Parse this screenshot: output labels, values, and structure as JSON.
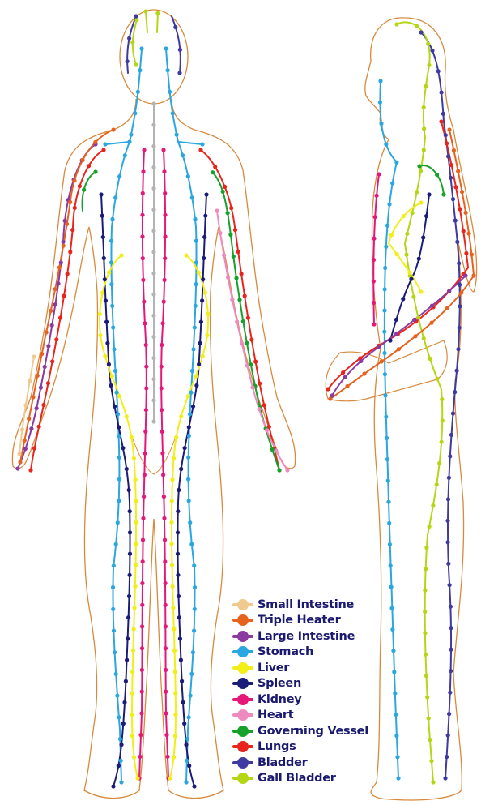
{
  "colors": {
    "outline": "#d9893c",
    "small_intestine": "#f0c98e",
    "triple_heater": "#e6631f",
    "large_intestine": "#8a3aa0",
    "stomach": "#2aa6e0",
    "liver": "#f2ee1a",
    "spleen": "#1b1b7a",
    "kidney": "#e5187a",
    "heart": "#ef8ac0",
    "governing_vessel": "#16a02c",
    "lungs": "#e8241c",
    "bladder": "#3f3aa0",
    "gall_bladder": "#b5d614",
    "conception": "#b3b3b3"
  },
  "legend": [
    {
      "label": "Small Intestine",
      "color": "#f0c98e"
    },
    {
      "label": "Triple Heater",
      "color": "#e6631f"
    },
    {
      "label": "Large Intestine",
      "color": "#8a3aa0"
    },
    {
      "label": "Stomach",
      "color": "#2aa6e0"
    },
    {
      "label": "Liver",
      "color": "#f2ee1a"
    },
    {
      "label": "Spleen",
      "color": "#1b1b7a"
    },
    {
      "label": "Kidney",
      "color": "#e5187a"
    },
    {
      "label": "Heart",
      "color": "#ef8ac0"
    },
    {
      "label": "Governing Vessel",
      "color": "#16a02c"
    },
    {
      "label": "Lungs",
      "color": "#e8241c"
    },
    {
      "label": "Bladder",
      "color": "#3f3aa0"
    },
    {
      "label": "Gall Bladder",
      "color": "#b5d614"
    }
  ]
}
